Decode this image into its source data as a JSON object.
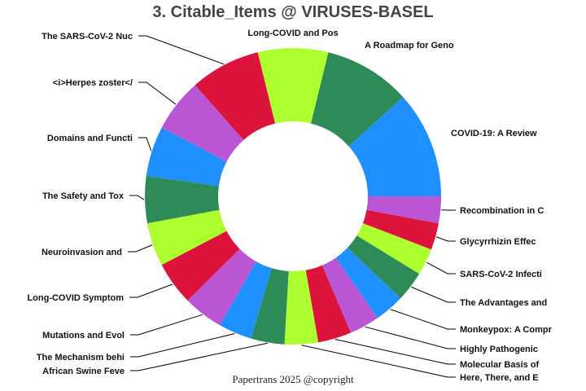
{
  "chart_data": {
    "type": "pie",
    "hole": true,
    "title": "3. Citable_Items @ VIRUSES-BASEL",
    "footer": "Papertrans 2025 @copyright",
    "labels": [
      "COVID-19: A Review",
      "A Roadmap for Geno",
      "Long-COVID and Pos",
      "The SARS-CoV-2 Nuc",
      "<i>Herpes zoster</",
      "Domains and Functi",
      "The Safety and Tox",
      "Neuroinvasion and ",
      "Long-COVID Symptom",
      "Mutations and Evol",
      "The Mechanism behi",
      "African Swine Feve",
      "Here, There, and E",
      "Molecular Basis of",
      "Highly Pathogenic",
      "Monkeypox: A Compr",
      "The Advantages and",
      "SARS-CoV-2 Infecti",
      "Glycyrrhizin Effec",
      "Recombination in C"
    ],
    "values": [
      32,
      26,
      21,
      21,
      16,
      15,
      14,
      13,
      13,
      12,
      10,
      10,
      10,
      10,
      9,
      9,
      9,
      8,
      8,
      8
    ],
    "colors": [
      "#1E90FF",
      "#2E8B57",
      "#ADFF2F",
      "#DC143C",
      "#BA55D3"
    ],
    "legend": "none"
  }
}
